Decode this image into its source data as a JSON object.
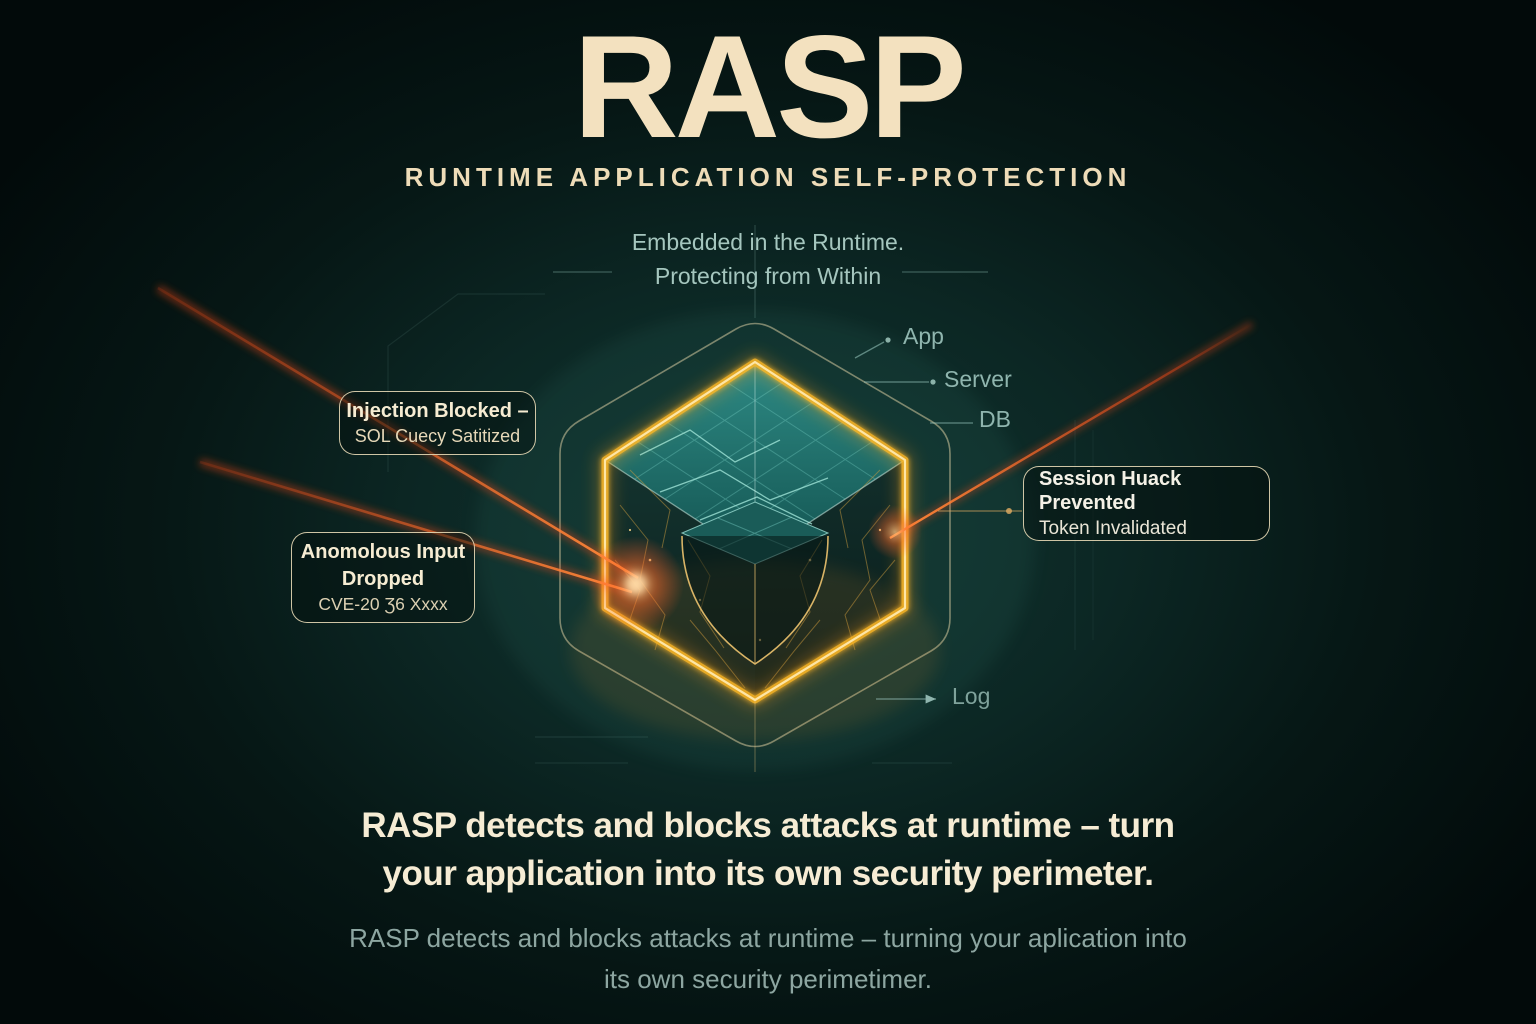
{
  "header": {
    "title": "RASP",
    "subtitle": "RUNTIME APPLICATION SELF-PROTECTION",
    "tagline_line1": "Embedded in the Runtime.",
    "tagline_line2": "Protecting from Within"
  },
  "callouts": {
    "injection": {
      "line1": "Injection Blocked –",
      "line2": "SOL Cuecy Satitized"
    },
    "anomalous": {
      "line1": "Anomolous Input",
      "line2": "Dropped",
      "line3": "CVE-20 Ʒ6 Xxxx"
    },
    "session": {
      "line1": "Session Huack Prevented",
      "line2": "Token Invalidated"
    }
  },
  "diagram": {
    "labels": {
      "app": "App",
      "server": "Server",
      "db": "DB",
      "log": "Log"
    },
    "icons": [
      "shield-icon",
      "cube-icon",
      "laser-beam"
    ]
  },
  "footer": {
    "heading_line1": "RASP detects and blocks attacks at runtime – turn",
    "heading_line2": "your application into its own security perimeter.",
    "subtext_line1": "RASP detects and blocks attacks at runtime – turning your aplication into",
    "subtext_line2": "its own security perimetimer."
  },
  "colors": {
    "background_center": "#123530",
    "background_edge": "#020a0a",
    "title_cream": "#f3e1bf",
    "tagline_teal": "#a5c6be",
    "label_teal": "#8fb5ae",
    "accent_gold": "#ffb927",
    "glow_edge_highlight": "#ffe9ad",
    "laser_orange": "#ff5a26",
    "callout_border": "#ecdeba",
    "cube_top_teal": "#2e8a84"
  }
}
